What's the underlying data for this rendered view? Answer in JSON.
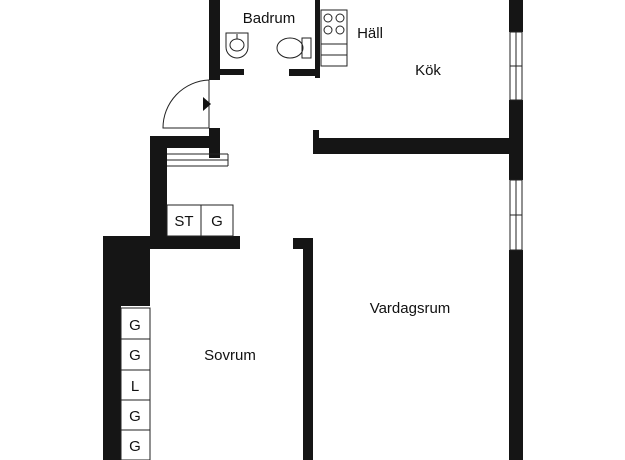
{
  "colors": {
    "wall": "#151515",
    "background": "#ffffff",
    "line": "#222222"
  },
  "rooms": {
    "badrum": "Badrum",
    "hall": "Häll",
    "kok": "Kök",
    "vardagsrum": "Vardagsrum",
    "sovrum": "Sovrum"
  },
  "hall_closets": [
    "ST",
    "G"
  ],
  "bedroom_closets": [
    "G",
    "G",
    "L",
    "G",
    "G"
  ],
  "icons": [
    "toilet-icon",
    "sink-icon",
    "stove-icon",
    "door-swing-icon",
    "entrance-arrow-icon",
    "window-icon"
  ]
}
